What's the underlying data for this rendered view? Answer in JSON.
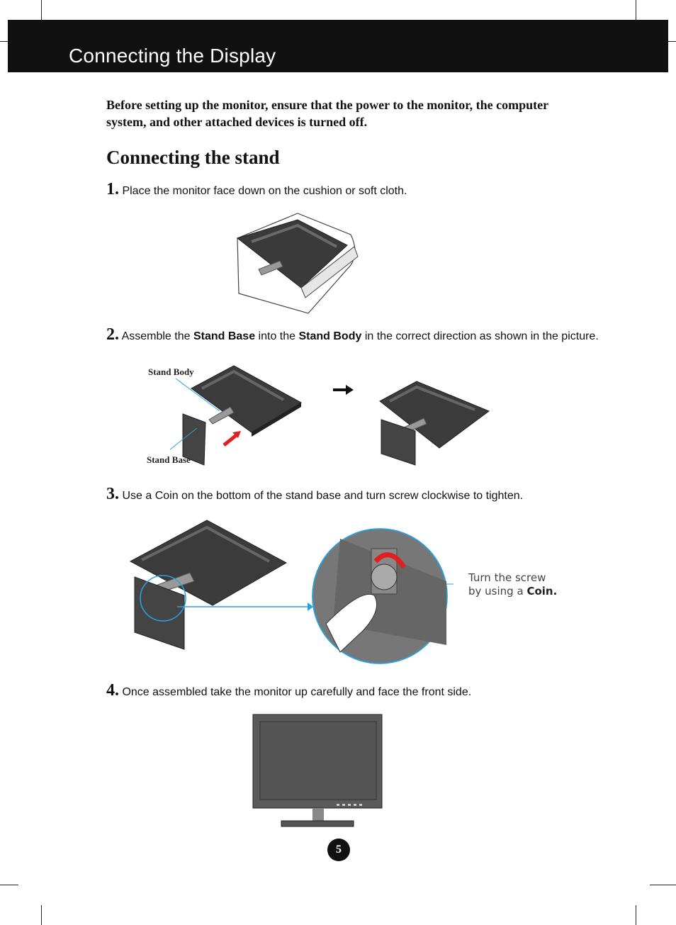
{
  "header": {
    "title": "Connecting the Display"
  },
  "intro": {
    "text": "Before setting up the monitor, ensure that the power to the monitor, the computer system, and other attached devices is turned off."
  },
  "section": {
    "title": "Connecting the stand"
  },
  "steps": [
    {
      "num": "1.",
      "text": "Place the monitor face down on the cushion or soft cloth."
    },
    {
      "num": "2.",
      "pre": "Assemble the",
      "bold1": "Stand Base",
      "mid": "into the",
      "bold2": "Stand Body",
      "post": "in the correct direction as shown in the picture."
    },
    {
      "num": "3.",
      "text": "Use a Coin on the bottom of the stand base and turn screw clockwise to tighten."
    },
    {
      "num": "4.",
      "text": "Once assembled take the monitor up carefully and face the front side."
    }
  ],
  "labels": {
    "stand_body": "Stand Body",
    "stand_base": "Stand Base"
  },
  "coin_note": {
    "line1": "Turn the screw",
    "line2_pre": "by using a",
    "line2_bold": "Coin."
  },
  "page_number": "5",
  "colors": {
    "header_bg": "#111111",
    "callout_line": "#29a3e0",
    "arrow_red": "#e02020"
  }
}
